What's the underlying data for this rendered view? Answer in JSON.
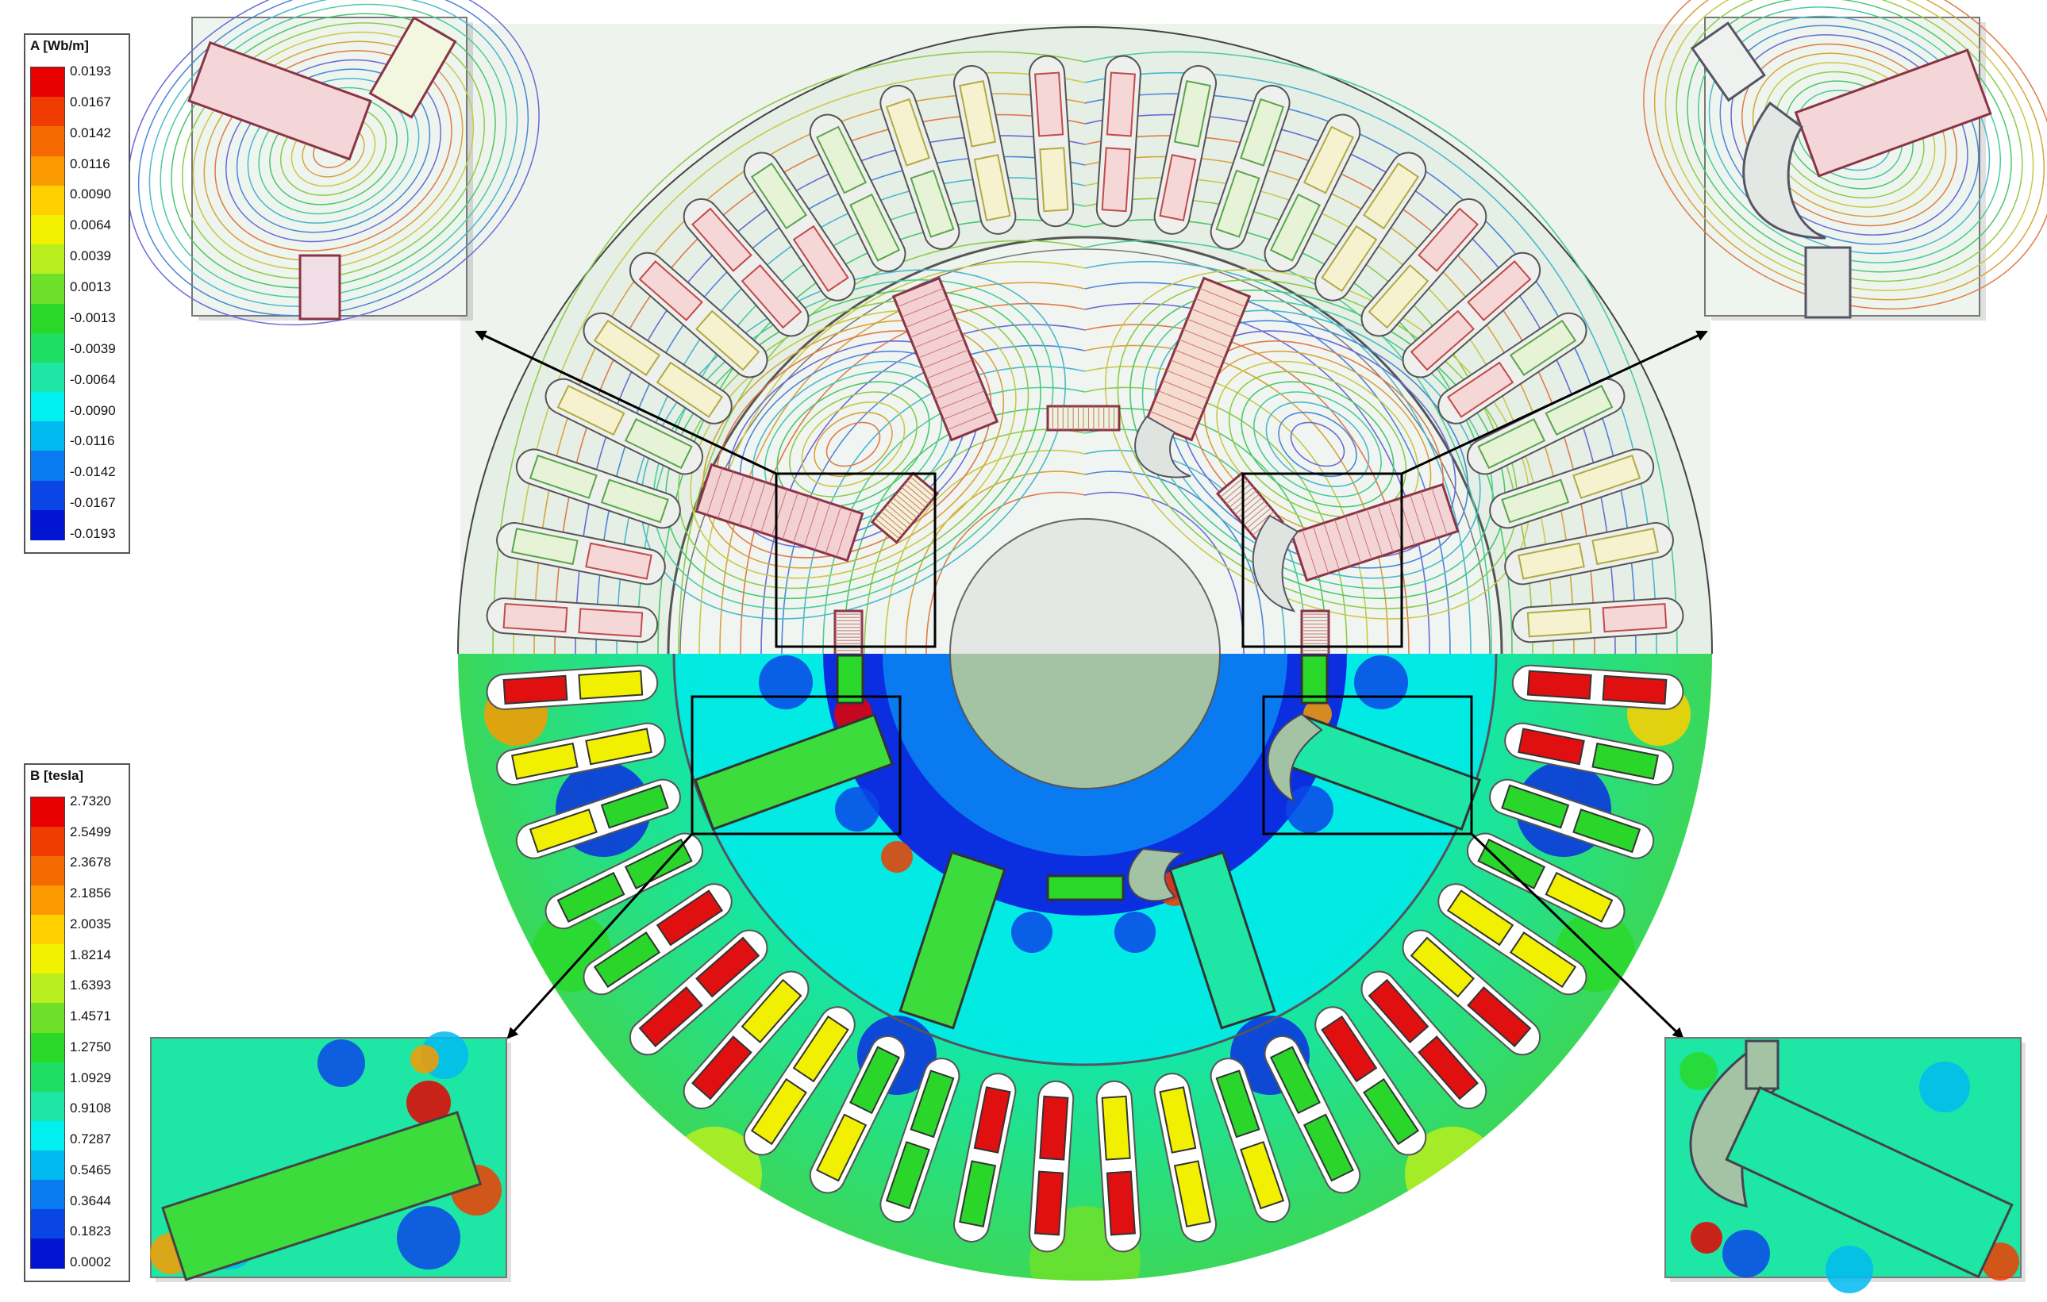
{
  "legend_a": {
    "title": "A [Wb/m]",
    "values": [
      "0.0193",
      "0.0167",
      "0.0142",
      "0.0116",
      "0.0090",
      "0.0064",
      "0.0039",
      "0.0013",
      "-0.0013",
      "-0.0039",
      "-0.0064",
      "-0.0090",
      "-0.0116",
      "-0.0142",
      "-0.0167",
      "-0.0193"
    ],
    "colors": [
      "#e60000",
      "#f03c00",
      "#f56a00",
      "#fa9a00",
      "#ffd000",
      "#f2f200",
      "#b8ee1e",
      "#6fe02a",
      "#2ad82a",
      "#1edf63",
      "#1ee6a5",
      "#00f0f0",
      "#00baf0",
      "#0a7af0",
      "#0a46e6",
      "#0014d2"
    ]
  },
  "legend_b": {
    "title": "B [tesla]",
    "values": [
      "2.7320",
      "2.5499",
      "2.3678",
      "2.1856",
      "2.0035",
      "1.8214",
      "1.6393",
      "1.4571",
      "1.2750",
      "1.0929",
      "0.9108",
      "0.7287",
      "0.5465",
      "0.3644",
      "0.1823",
      "0.0002"
    ],
    "colors": [
      "#e60000",
      "#f03c00",
      "#f56a00",
      "#fa9a00",
      "#ffd000",
      "#f2f200",
      "#b8ee1e",
      "#6fe02a",
      "#2ad82a",
      "#1edf63",
      "#1ee6a5",
      "#00f0f0",
      "#00baf0",
      "#0a7af0",
      "#0a46e6",
      "#0014d2"
    ]
  }
}
